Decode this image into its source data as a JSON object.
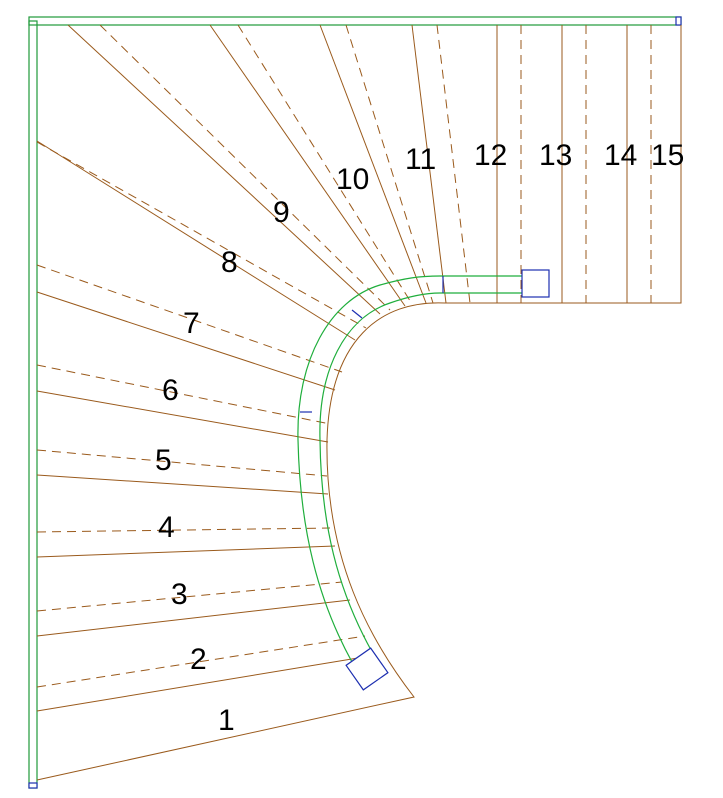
{
  "diagram": {
    "steps": [
      "1",
      "2",
      "3",
      "4",
      "5",
      "6",
      "7",
      "8",
      "9",
      "10",
      "11",
      "12",
      "13",
      "14",
      "15"
    ]
  },
  "colors": {
    "tread": "#9a5a1c",
    "wall": "#1f9a3a",
    "handrail": "#1fae3c",
    "post": "#1d2fb0",
    "text": "#000000"
  },
  "icons": [
    "newel-post-icon"
  ]
}
